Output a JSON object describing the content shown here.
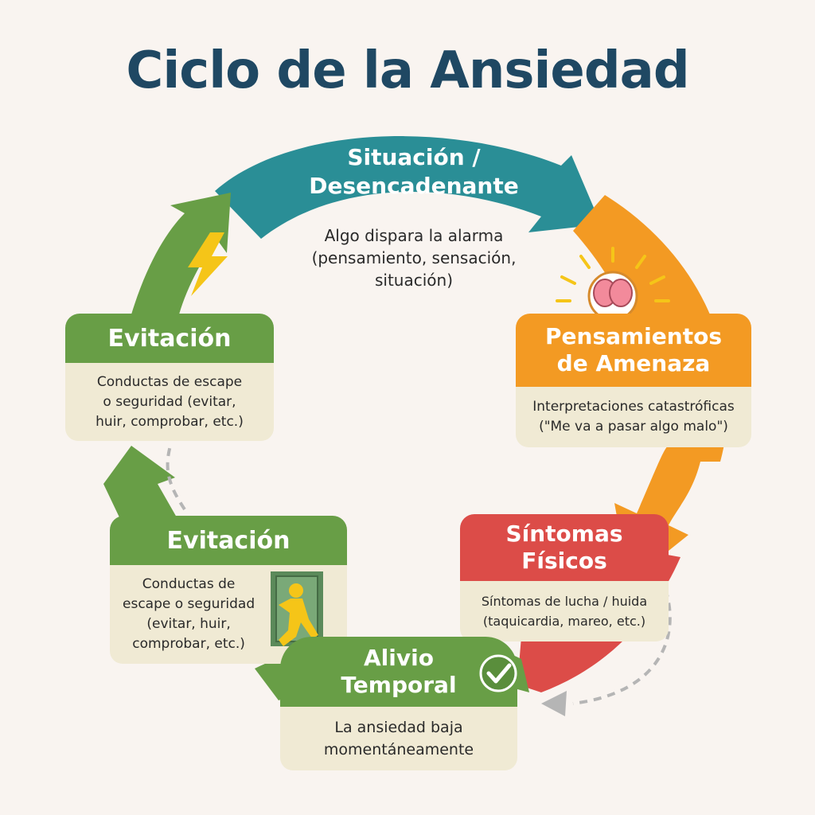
{
  "title": "Ciclo de la Ansiedad",
  "colors": {
    "teal": "#2a8e96",
    "orange": "#f39a23",
    "red": "#dc4c48",
    "green": "#689e46",
    "title": "#1f4863",
    "card_body": "#f0ead4"
  },
  "nodes": {
    "situacion": {
      "title": "Situación /\nDesencadenante",
      "text": "Algo dispara la alarma\n(pensamiento, sensación,\nsituación)"
    },
    "pensamientos": {
      "title": "Pensamientos\nde Amenaza",
      "text": "Interpretaciones catastróficas\n(\"Me va a pasar algo malo\")",
      "icon": "brain-lightbulb-icon"
    },
    "sintomas": {
      "title": "Síntomas\nFísicos",
      "text": "Síntomas de lucha / huida\n(taquicardia, mareo, etc.)"
    },
    "alivio": {
      "title": "Alivio\nTemporal",
      "text": "La ansiedad baja\nmomentáneamente",
      "icon": "checkmark-icon"
    },
    "evitacion_bottom": {
      "title": "Evitación",
      "text": "Conductas de\nescape o seguridad\n(evitar, huir,\ncomprobar, etc.)",
      "icon": "person-exiting-door-icon"
    },
    "evitacion_top": {
      "title": "Evitación",
      "text": "Conductas de escape\no seguridad (evitar,\nhuir, comprobar, etc.)",
      "icon": "lightning-bolt-icon"
    }
  }
}
